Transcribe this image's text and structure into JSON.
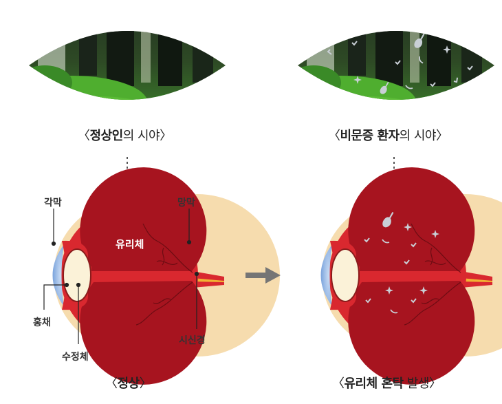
{
  "captions": {
    "normal_view": {
      "open": "〈",
      "bold": "정상인",
      "rest": "의 시야",
      "close": "〉"
    },
    "floater_view": {
      "open": "〈",
      "bold": "비문증 환자",
      "rest": "의 시야",
      "close": "〉"
    },
    "normal_eye": {
      "open": "〈",
      "bold": "정상",
      "rest": "",
      "close": "〉"
    },
    "cloudy_eye": {
      "open": "〈",
      "bold": "유리체 혼탁",
      "rest": " 발생",
      "close": "〉"
    }
  },
  "labels": {
    "cornea": "각막",
    "retina": "망막",
    "vitreous": "유리체",
    "iris": "홍채",
    "lens": "수정체",
    "optic_nerve": "시신경"
  },
  "colors": {
    "sclera": "#f6dcae",
    "choroid": "#d9282f",
    "vitreous": "#a7141f",
    "cornea": "#8fb5e6",
    "lens": "#fbf2d8",
    "forest_green": "#3f8f2c",
    "dark_trunk": "#1d2a1c",
    "floater": "#c9cfd6",
    "arrow": "#757575",
    "dotted": "#555555"
  },
  "icons": {
    "arrow": "right-arrow-icon"
  }
}
